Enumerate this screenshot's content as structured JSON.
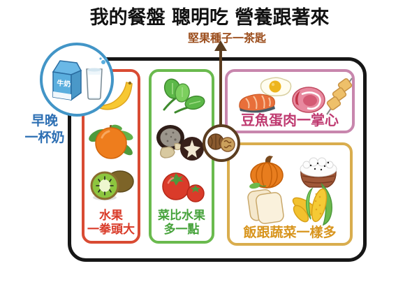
{
  "title": "我的餐盤 聰明吃 營養跟著來",
  "nuts_annotation": "堅果種子一茶匙",
  "milk": {
    "label_line1": "早晚",
    "label_line2": "一杯奶",
    "carton_text": "牛奶",
    "icons": [
      "milk-carton-icon",
      "milk-glass-icon"
    ]
  },
  "sections": {
    "fruit": {
      "label_line1": "水果",
      "label_line2": "一拳頭大",
      "icons": [
        "banana-icon",
        "orange-icon",
        "kiwi-icon"
      ],
      "border_color": "#d94b33",
      "text_color": "#d93a28"
    },
    "vegetable": {
      "label_line1": "菜比水果",
      "label_line2": "多一點",
      "icons": [
        "leafy-greens-icon",
        "mushrooms-icon",
        "tomatoes-icon"
      ],
      "border_color": "#6aba4e",
      "text_color": "#47a33c"
    },
    "protein": {
      "label": "豆魚蛋肉一掌心",
      "icons": [
        "salmon-icon",
        "fried-egg-icon",
        "meat-icon",
        "tofu-skewer-icon"
      ],
      "border_color": "#c886ad",
      "text_color": "#bf3a70"
    },
    "grain": {
      "label": "飯跟蔬菜一樣多",
      "icons": [
        "pumpkin-icon",
        "rice-bowl-icon",
        "bread-icon",
        "corn-icon"
      ],
      "border_color": "#d9ad4e",
      "text_color": "#d8951e"
    }
  },
  "nuts": {
    "icons": [
      "walnut-icon"
    ]
  },
  "colors": {
    "plate_border": "#161616",
    "milk_circle_border": "#4295c7",
    "nuts_circle_border": "#5b3d20",
    "nuts_arrow": "#5b3d20",
    "title_text": "#111111",
    "nuts_text": "#9c4e1d",
    "milk_text": "#2d6fb3"
  }
}
